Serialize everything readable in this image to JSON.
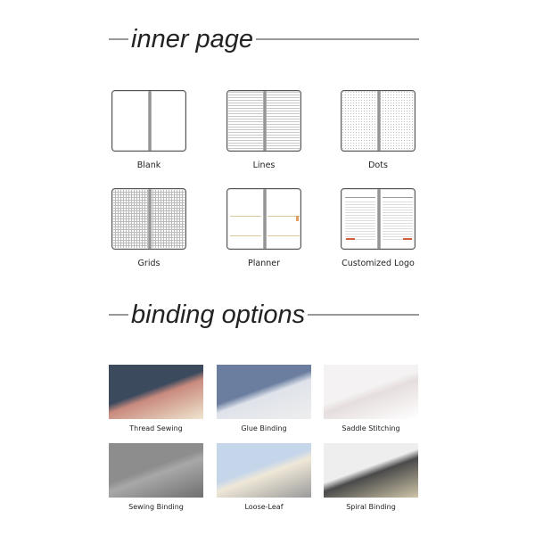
{
  "sections": {
    "inner_page": {
      "title": "inner page",
      "items": [
        {
          "label": "Blank",
          "pattern": "blank"
        },
        {
          "label": "Lines",
          "pattern": "lines"
        },
        {
          "label": "Dots",
          "pattern": "dots"
        },
        {
          "label": "Grids",
          "pattern": "grids"
        },
        {
          "label": "Planner",
          "pattern": "planner"
        },
        {
          "label": "Customized Logo",
          "pattern": "logo"
        }
      ]
    },
    "binding_options": {
      "title": "binding options",
      "items": [
        {
          "label": "Thread Sewing",
          "colors": [
            "#3c4a5e",
            "#c98a7e",
            "#efe6cf"
          ]
        },
        {
          "label": "Glue Binding",
          "colors": [
            "#6b7ea0",
            "#dfe3ea",
            "#eeeeee"
          ]
        },
        {
          "label": "Saddle Stitching",
          "colors": [
            "#f4f2f2",
            "#e6dede",
            "#ffffff"
          ]
        },
        {
          "label": "Sewing Binding",
          "colors": [
            "#8d8d8d",
            "#a8a8a8",
            "#6f6f6f"
          ]
        },
        {
          "label": "Loose-Leaf",
          "colors": [
            "#c6d6ea",
            "#efe8d8",
            "#9a9a9a"
          ]
        },
        {
          "label": "Spiral Binding",
          "colors": [
            "#eeeeee",
            "#4a4a4a",
            "#cfc6a8"
          ]
        }
      ]
    }
  }
}
